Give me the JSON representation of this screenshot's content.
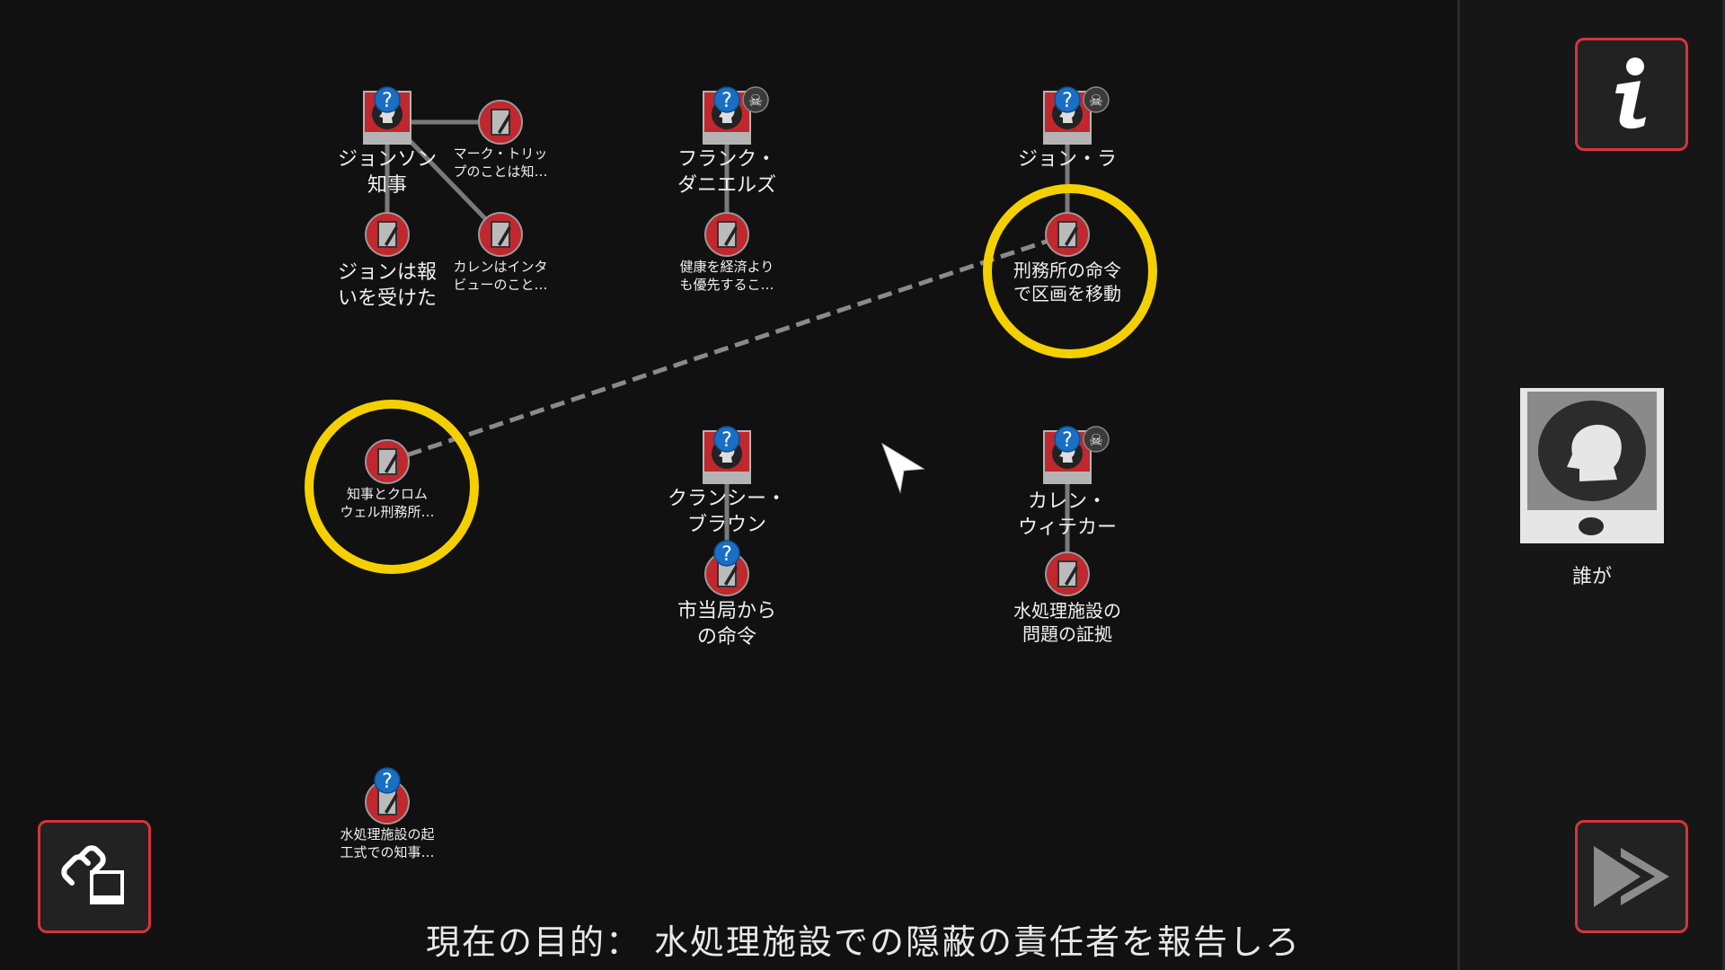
{
  "objective": {
    "prefix": "現在の目的：",
    "text": "水処理施設での隠蔽の責任者を報告しろ"
  },
  "persons": [
    {
      "name": [
        "ジョンソン",
        "知事"
      ],
      "unknown": true,
      "dead": false
    },
    {
      "name": [
        "フランク・",
        "ダニエルズ"
      ],
      "unknown": true,
      "dead": true
    },
    {
      "name": [
        "ジョン・ラ"
      ],
      "unknown": true,
      "dead": true
    },
    {
      "name": [
        "クランシー・",
        "ブラウン"
      ],
      "unknown": true,
      "dead": false
    },
    {
      "name": [
        "カレン・",
        "ウィテカー"
      ],
      "unknown": true,
      "dead": true
    }
  ],
  "notes": [
    {
      "text": [
        "マーク・トリッ",
        "プのことは知…"
      ]
    },
    {
      "text": [
        "ジョンは報",
        "いを受けた"
      ]
    },
    {
      "text": [
        "カレンはインタ",
        "ビューのこと…"
      ]
    },
    {
      "text": [
        "健康を経済より",
        "も優先するこ…"
      ]
    },
    {
      "text": [
        "刑務所の命令",
        "で区画を移動"
      ],
      "highlighted": true
    },
    {
      "text": [
        "知事とクロム",
        "ウェル刑務所…"
      ],
      "highlighted": true
    },
    {
      "text": [
        "市当局から",
        "の命令"
      ],
      "unknown": true
    },
    {
      "text": [
        "水処理施設の",
        "問題の証拠"
      ]
    },
    {
      "text": [
        "水処理施設の起",
        "工式での知事…"
      ],
      "unknown": true
    }
  ],
  "panel": {
    "selected_label": "誰が",
    "info_button": "info",
    "next_button": "fast-forward"
  },
  "colors": {
    "accent": "#d7343a",
    "highlight": "#f5d000",
    "unknown": "#1a6fc4"
  }
}
